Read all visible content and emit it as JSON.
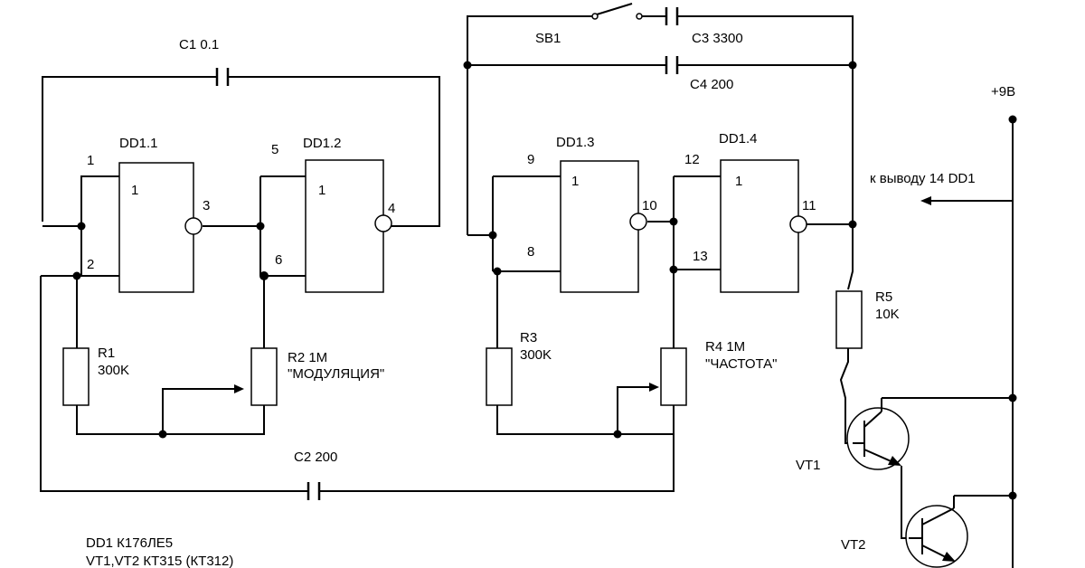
{
  "components": {
    "c1": "C1 0.1",
    "c2": "C2 200",
    "c3": "C3 3300",
    "c4": "C4 200",
    "sb1": "SB1",
    "supply": "+9B",
    "dd1_ref": "к выводу 14 DD1",
    "r1_name": "R1",
    "r1_value": "300K",
    "r2_name": "R2 1M",
    "r2_value": "\"МОДУЛЯЦИЯ\"",
    "r3_name": "R3",
    "r3_value": "300K",
    "r4_name": "R4 1M",
    "r4_value": "\"ЧАСТОТА\"",
    "r5_name": "R5",
    "r5_value": "10K",
    "vt1": "VT1",
    "vt2": "VT2"
  },
  "gates": [
    {
      "name": "DD1.1",
      "symbol": "1",
      "in1": "1",
      "in2": "2",
      "out": "3"
    },
    {
      "name": "DD1.2",
      "symbol": "1",
      "in1": "5",
      "in2": "6",
      "out": "4"
    },
    {
      "name": "DD1.3",
      "symbol": "1",
      "in1": "9",
      "in2": "8",
      "out": "10"
    },
    {
      "name": "DD1.4",
      "symbol": "1",
      "in1": "12",
      "in2": "13",
      "out": "11"
    }
  ],
  "notes": {
    "line1": "DD1 К176ЛЕ5",
    "line2": "VT1,VT2 КТ315 (КТ312)"
  }
}
